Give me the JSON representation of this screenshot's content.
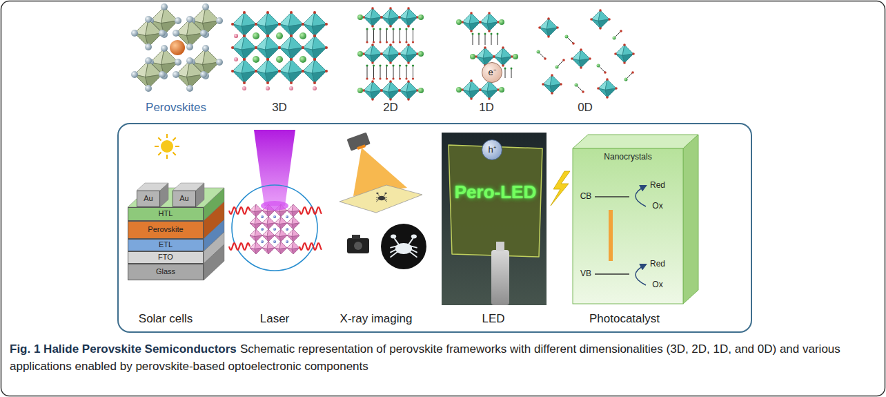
{
  "diagram": {
    "title": "Fig. 1 Halide Perovskite Semiconductors",
    "caption": "Schematic representation of perovskite frameworks with different dimensionalities (3D, 2D, 1D, and 0D) and various applications enabled by perovskite-based optoelectronic components",
    "nodes": [
      {
        "text": [
          "Solar cells",
          "Laser",
          "X-ray imaging",
          "LED",
          "Photocatalyst"
        ]
      },
      {
        "text": [
          "Au"
        ],
        "in": 0
      },
      {
        "text": [
          "Au"
        ],
        "in": 0
      },
      {
        "text": [
          "HTL"
        ],
        "in": 0
      },
      {
        "text": [
          "Perovskite"
        ],
        "in": 0
      },
      {
        "text": [
          "ETL"
        ],
        "in": 0
      },
      {
        "text": [
          "FTO"
        ],
        "in": 0
      },
      {
        "text": [
          "Glass"
        ],
        "in": 0
      },
      {
        "text": [
          "Nanocrystals"
        ],
        "in": 0
      },
      {
        "text": [
          "e⁻"
        ],
        "in": 8
      },
      {
        "text": [
          "h⁺"
        ],
        "in": 8
      }
    ],
    "labels": [
      "Perovskites",
      "3D",
      "2D",
      "1D",
      "0D",
      "Pero-LED",
      "CB",
      "VB",
      "Red",
      "Ox",
      "Red",
      "Ox"
    ]
  }
}
